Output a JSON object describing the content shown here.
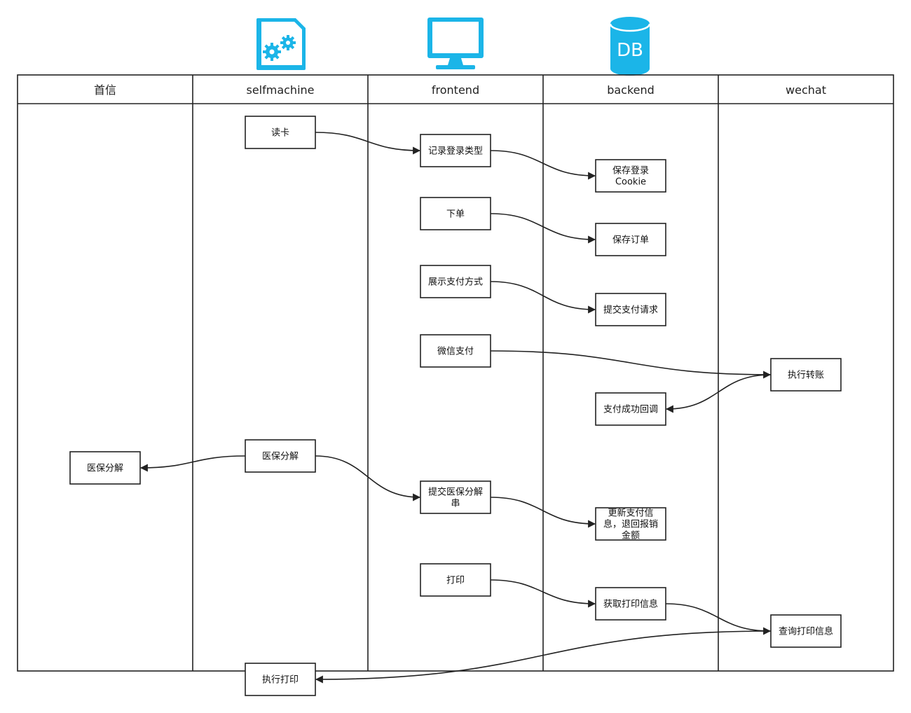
{
  "lanes": [
    {
      "id": "shouxin",
      "label": "首信",
      "icon": null
    },
    {
      "id": "selfmachine",
      "label": "selfmachine",
      "icon": "gear-document-icon"
    },
    {
      "id": "frontend",
      "label": "frontend",
      "icon": "monitor-icon"
    },
    {
      "id": "backend",
      "label": "backend",
      "icon": "database-icon",
      "icon_text": "DB"
    },
    {
      "id": "wechat",
      "label": "wechat",
      "icon": null
    }
  ],
  "nodes": [
    {
      "id": "read_card",
      "lane": "selfmachine",
      "lines": [
        "读卡"
      ]
    },
    {
      "id": "record_login",
      "lane": "frontend",
      "lines": [
        "记录登录类型"
      ]
    },
    {
      "id": "save_cookie",
      "lane": "backend",
      "lines": [
        "保存登录",
        "Cookie"
      ]
    },
    {
      "id": "place_order",
      "lane": "frontend",
      "lines": [
        "下单"
      ]
    },
    {
      "id": "save_order",
      "lane": "backend",
      "lines": [
        "保存订单"
      ]
    },
    {
      "id": "show_pay",
      "lane": "frontend",
      "lines": [
        "展示支付方式"
      ]
    },
    {
      "id": "submit_pay",
      "lane": "backend",
      "lines": [
        "提交支付请求"
      ]
    },
    {
      "id": "wechat_pay",
      "lane": "frontend",
      "lines": [
        "微信支付"
      ]
    },
    {
      "id": "transfer",
      "lane": "wechat",
      "lines": [
        "执行转账"
      ]
    },
    {
      "id": "pay_callback",
      "lane": "backend",
      "lines": [
        "支付成功回调"
      ]
    },
    {
      "id": "mi_split_sm",
      "lane": "selfmachine",
      "lines": [
        "医保分解"
      ]
    },
    {
      "id": "mi_split_sx",
      "lane": "shouxin",
      "lines": [
        "医保分解"
      ]
    },
    {
      "id": "submit_mi",
      "lane": "frontend",
      "lines": [
        "提交医保分解",
        "串"
      ]
    },
    {
      "id": "update_pay",
      "lane": "backend",
      "lines": [
        "更新支付信",
        "息，退回报销",
        "金额"
      ]
    },
    {
      "id": "print",
      "lane": "frontend",
      "lines": [
        "打印"
      ]
    },
    {
      "id": "get_print",
      "lane": "backend",
      "lines": [
        "获取打印信息"
      ]
    },
    {
      "id": "query_print",
      "lane": "wechat",
      "lines": [
        "查询打印信息"
      ]
    },
    {
      "id": "do_print",
      "lane": "selfmachine",
      "lines": [
        "执行打印"
      ]
    }
  ],
  "edges": [
    {
      "from": "read_card",
      "to": "record_login"
    },
    {
      "from": "record_login",
      "to": "save_cookie"
    },
    {
      "from": "place_order",
      "to": "save_order"
    },
    {
      "from": "show_pay",
      "to": "submit_pay"
    },
    {
      "from": "wechat_pay",
      "to": "transfer"
    },
    {
      "from": "transfer",
      "to": "pay_callback"
    },
    {
      "from": "mi_split_sm",
      "to": "mi_split_sx"
    },
    {
      "from": "mi_split_sm",
      "to": "submit_mi"
    },
    {
      "from": "submit_mi",
      "to": "update_pay"
    },
    {
      "from": "print",
      "to": "get_print"
    },
    {
      "from": "get_print",
      "to": "query_print"
    },
    {
      "from": "query_print",
      "to": "do_print"
    }
  ],
  "colors": {
    "icon": "#1BB5E8",
    "line": "#222222",
    "node_fill": "#ffffff"
  }
}
